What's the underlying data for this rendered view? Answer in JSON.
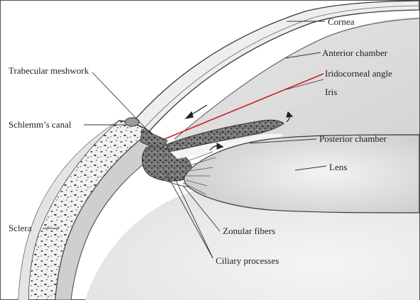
{
  "labels": {
    "cornea": "Cornea",
    "anterior_chamber": "Anterior chamber",
    "iridocorneal_angle": "Iridocorneal angle",
    "iris": "Iris",
    "posterior_chamber": "Posterior chamber",
    "lens": "Lens",
    "trabecular_meshwork": "Trabecular meshwork",
    "schlemms_canal": "Schlemm’s canal",
    "sclera": "Sclera",
    "zonular_fibers": "Zonular fibers",
    "ciliary_processes": "Ciliary processes"
  },
  "colors": {
    "ink": "#1e1e1e",
    "line": "#444444",
    "shade": "#d6d6d6",
    "light_shade": "#e8e8e8",
    "highlight": "#cc1f2a"
  }
}
